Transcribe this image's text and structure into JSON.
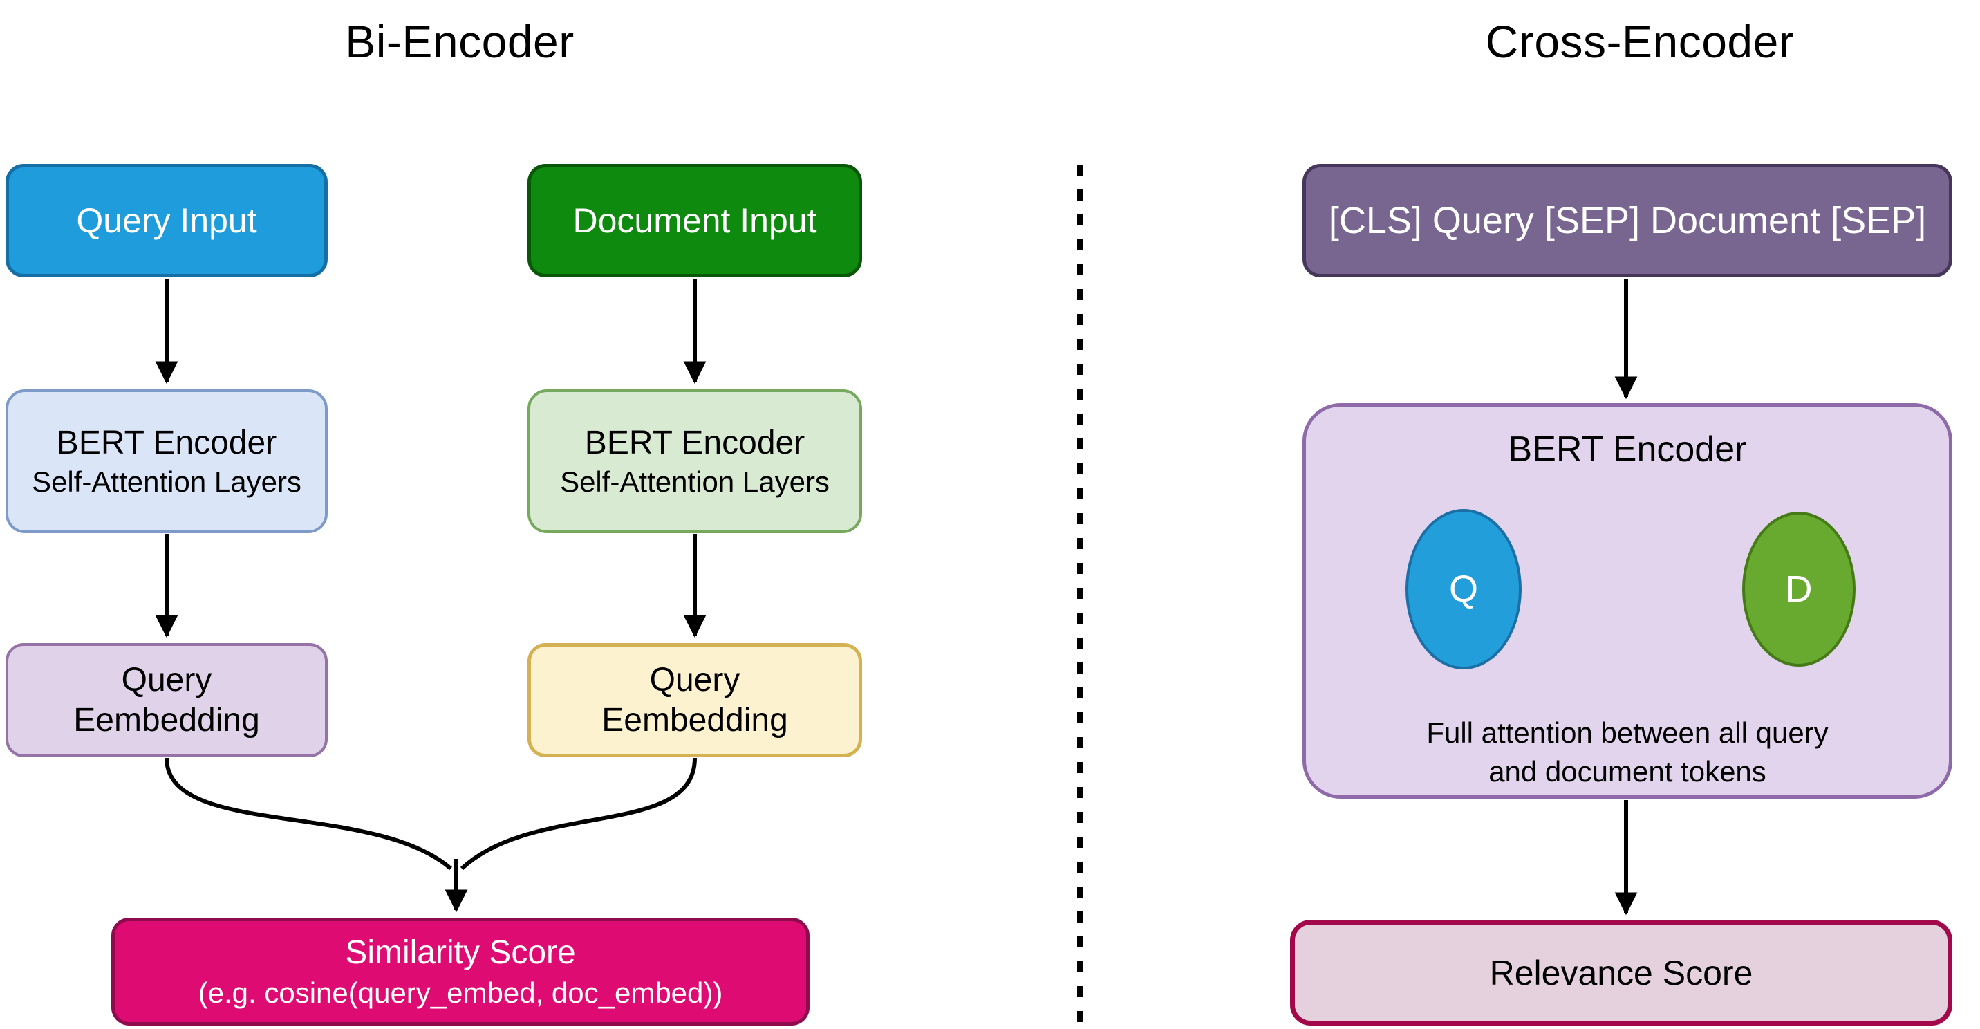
{
  "left": {
    "title": "Bi-Encoder",
    "query_input": "Query Input",
    "document_input": "Document Input",
    "query_bert_line1": "BERT Encoder",
    "query_bert_line2": "Self-Attention Layers",
    "document_bert_line1": "BERT Encoder",
    "document_bert_line2": "Self-Attention Layers",
    "query_embed_line1": "Query",
    "query_embed_line2": "Eembedding",
    "document_embed_line1": "Query",
    "document_embed_line2": "Eembedding",
    "similarity_line1": "Similarity Score",
    "similarity_line2": "(e.g. cosine(query_embed, doc_embed))"
  },
  "right": {
    "title": "Cross-Encoder",
    "input": "[CLS] Query [SEP] Document [SEP]",
    "bert_title": "BERT Encoder",
    "query_token": "Q",
    "document_token": "D",
    "attention_line1": "Full attention between all query",
    "attention_line2": "and document tokens",
    "relevance": "Relevance Score"
  },
  "palette": {
    "query_blue": "#1E9CDC",
    "query_blue_border": "#156EA4",
    "doc_green": "#0E8A0E",
    "doc_green_border": "#0A570A",
    "bert_blue_fill": "#DAE5F7",
    "bert_blue_border": "#7D9AC9",
    "bert_green_fill": "#D9EAD3",
    "bert_green_border": "#76A85E",
    "embed_purple_fill": "#E0D3E9",
    "embed_purple_border": "#9673A6",
    "embed_yellow_fill": "#FCF2CF",
    "embed_yellow_border": "#D4B254",
    "similarity_fill": "#DE0C72",
    "similarity_border": "#8E0B4E",
    "cls_fill": "#796690",
    "cls_border": "#463659",
    "cross_bert_fill": "#E2D4EC",
    "cross_bert_border": "#8E6BA8",
    "q_circle_fill": "#229FDB",
    "q_circle_border": "#1B6FA5",
    "d_circle_fill": "#68A92F",
    "d_circle_border": "#457A17",
    "relevance_fill": "#E5D1DD",
    "relevance_border": "#A3094A",
    "line_color": "#000000"
  }
}
